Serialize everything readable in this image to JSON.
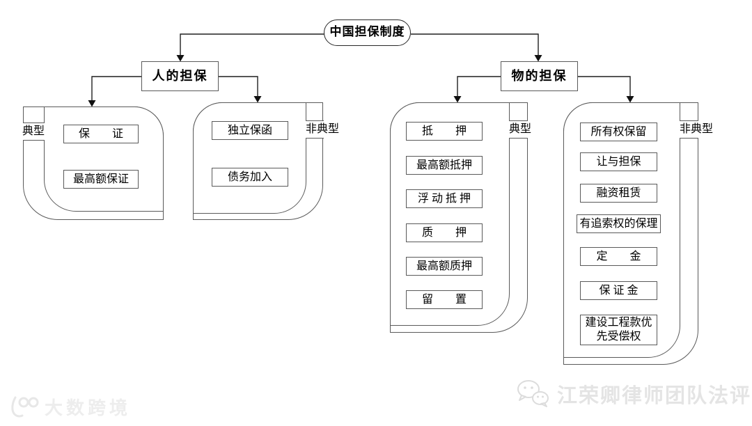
{
  "diagram": {
    "kind": "tree-diagram",
    "colors": {
      "background": "#ffffff",
      "box_border": "#595959",
      "line": "#1f1f1f",
      "text": "#000000",
      "watermark": "#e6e6e6"
    }
  },
  "tree": {
    "root": "中国担保制度",
    "branches": [
      {
        "label": "人的担保",
        "groups": [
          {
            "type_label": "典型",
            "items": [
              "保　　证",
              "最高额保证"
            ]
          },
          {
            "type_label": "非典型",
            "items": [
              "独立保函",
              "债务加入"
            ]
          }
        ]
      },
      {
        "label": "物的担保",
        "groups": [
          {
            "type_label": "典型",
            "items": [
              "抵　　押",
              "最高额抵押",
              "浮 动 抵 押",
              "质　　押",
              "最高额质押",
              "留　　置"
            ]
          },
          {
            "type_label": "非典型",
            "items": [
              "所有权保留",
              "让与担保",
              "融资租赁",
              "有追索权的保理",
              "定　　金",
              "保 证 金",
              "建设工程款优先受偿权"
            ]
          }
        ]
      }
    ]
  },
  "watermarks": {
    "bottom_left": {
      "icon": "logo-100-icon",
      "text": "大数跨境"
    },
    "bottom_right": {
      "icon": "wechat-icon",
      "text": "江荣卿律师团队法评"
    }
  }
}
